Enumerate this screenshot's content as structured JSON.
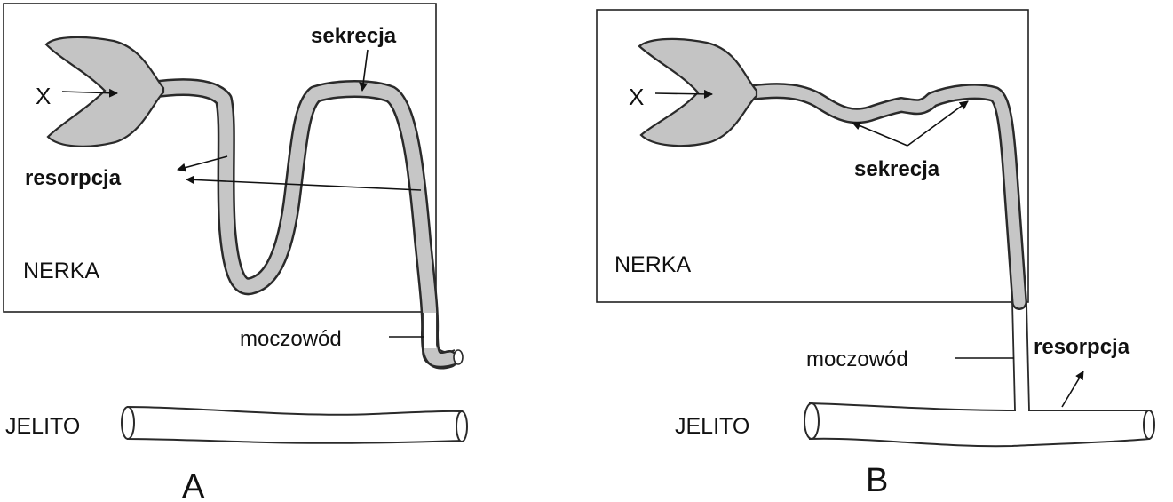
{
  "panels": [
    {
      "letter": "A",
      "labels": {
        "kidney": "NERKA",
        "gut": "JELITO",
        "x": "X",
        "secretion": "sekrecja",
        "resorption": "resorpcja",
        "ureter": "moczowód"
      }
    },
    {
      "letter": "B",
      "labels": {
        "kidney": "NERKA",
        "gut": "JELITO",
        "x": "X",
        "secretion": "sekrecja",
        "resorption": "resorpcja",
        "ureter": "moczowód"
      }
    }
  ],
  "colors": {
    "tubule_fill": "#c6c6c6",
    "outline": "#2a2a2a"
  }
}
